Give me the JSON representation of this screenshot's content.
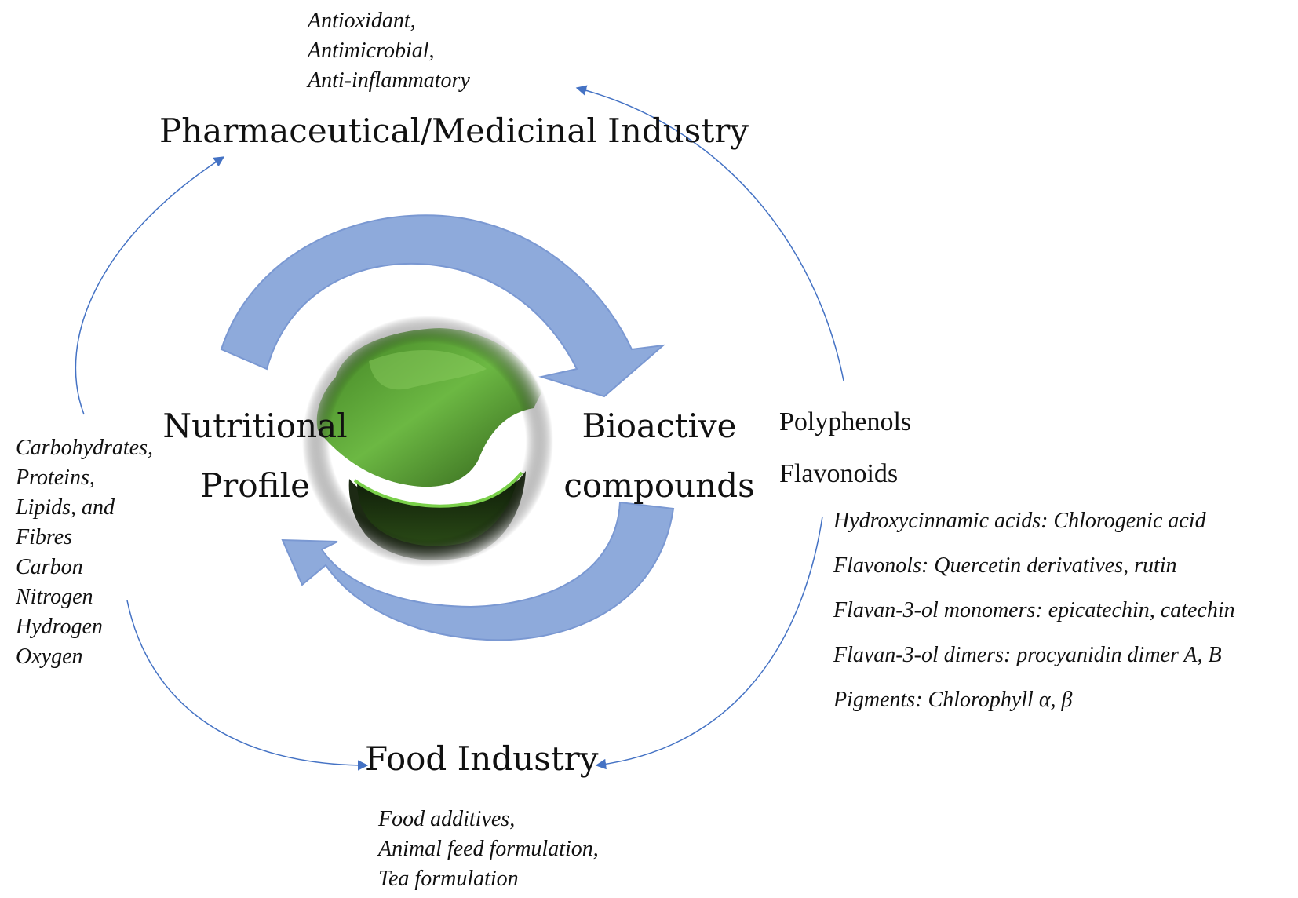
{
  "industries": {
    "pharma": {
      "title": "Pharmaceutical/Medicinal Industry",
      "uses": [
        "Antioxidant,",
        "Antimicrobial,",
        "Anti-inflammatory"
      ]
    },
    "food": {
      "title": "Food Industry",
      "uses": [
        "Food additives,",
        "Animal feed formulation,",
        "Tea formulation"
      ]
    }
  },
  "cycle": {
    "left_label": [
      "Nutritional",
      "Profile"
    ],
    "right_label": [
      "Bioactive",
      "compounds"
    ]
  },
  "nutrition": {
    "items": [
      "Carbohydrates,",
      "Proteins,",
      "Lipids, and",
      "Fibres",
      "Carbon",
      "Nitrogen",
      "Hydrogen",
      "Oxygen"
    ]
  },
  "bioactive": {
    "groups": [
      "Polyphenols",
      "Flavonoids"
    ],
    "compounds": [
      "Hydroxycinnamic acids: Chlorogenic acid",
      "Flavonols: Quercetin derivatives, rutin",
      "Flavan-3-ol monomers: epicatechin, catechin",
      "Flavan-3-ol dimers: procyanidin dimer A, B",
      "Pigments: Chlorophyll α, β"
    ]
  },
  "colors": {
    "cycle_arrow": "#8eaadb",
    "cycle_arrow_edge": "#6f90cc",
    "connector": "#4472c4",
    "leaf_green": "#5fa83a",
    "leaf_dark": "#1d2a14"
  }
}
